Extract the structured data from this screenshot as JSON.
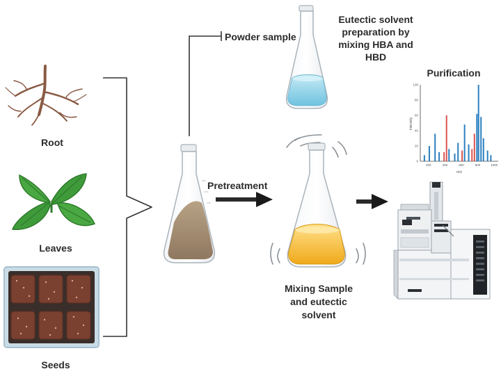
{
  "labels": {
    "root": "Root",
    "leaves": "Leaves",
    "seeds": "Seeds",
    "powder_sample": "Powder sample",
    "eutectic_line1": "Eutectic solvent",
    "eutectic_line2": "preparation by",
    "eutectic_line3": "mixing HBA and",
    "eutectic_line4": "HBD",
    "pretreatment": "Pretreatment",
    "mixing_line1": "Mixing Sample",
    "mixing_line2": "and eutectic",
    "mixing_line3": "solvent",
    "purification": "Purification"
  },
  "colors": {
    "root_brown": "#8a5a44",
    "leaf_green": "#3f9b3a",
    "leaf_dark": "#2f7a2c",
    "tray_blue": "#c9dce6",
    "soil_brown": "#7a4030",
    "powder": "#a08a70",
    "blue_liquid": "#8fd0e6",
    "yellow_liquid": "#f5b731",
    "arrow_black": "#1a1a1a",
    "peak_blue": "#2a7fbf",
    "peak_red": "#d9534f",
    "instrument_gray": "#e3e6ea"
  },
  "spectrum": {
    "y_ticks": [
      "100",
      "80",
      "60",
      "40",
      "20",
      "0"
    ],
    "x_ticks": [
      "200",
      "400",
      "600",
      "800",
      "1000"
    ],
    "xlabel": "m/z",
    "ylabel": "Intensity",
    "peaks": [
      {
        "x": 150,
        "h": 8,
        "c": "blue"
      },
      {
        "x": 210,
        "h": 20,
        "c": "blue"
      },
      {
        "x": 280,
        "h": 36,
        "c": "blue"
      },
      {
        "x": 330,
        "h": 12,
        "c": "blue"
      },
      {
        "x": 390,
        "h": 12,
        "c": "red"
      },
      {
        "x": 420,
        "h": 60,
        "c": "red"
      },
      {
        "x": 450,
        "h": 16,
        "c": "blue"
      },
      {
        "x": 520,
        "h": 10,
        "c": "blue"
      },
      {
        "x": 560,
        "h": 24,
        "c": "blue"
      },
      {
        "x": 610,
        "h": 14,
        "c": "red"
      },
      {
        "x": 640,
        "h": 48,
        "c": "blue"
      },
      {
        "x": 690,
        "h": 22,
        "c": "blue"
      },
      {
        "x": 730,
        "h": 16,
        "c": "red"
      },
      {
        "x": 760,
        "h": 36,
        "c": "red"
      },
      {
        "x": 790,
        "h": 62,
        "c": "blue"
      },
      {
        "x": 810,
        "h": 100,
        "c": "blue"
      },
      {
        "x": 840,
        "h": 58,
        "c": "blue"
      },
      {
        "x": 870,
        "h": 30,
        "c": "blue"
      },
      {
        "x": 920,
        "h": 14,
        "c": "blue"
      },
      {
        "x": 960,
        "h": 8,
        "c": "blue"
      }
    ]
  }
}
